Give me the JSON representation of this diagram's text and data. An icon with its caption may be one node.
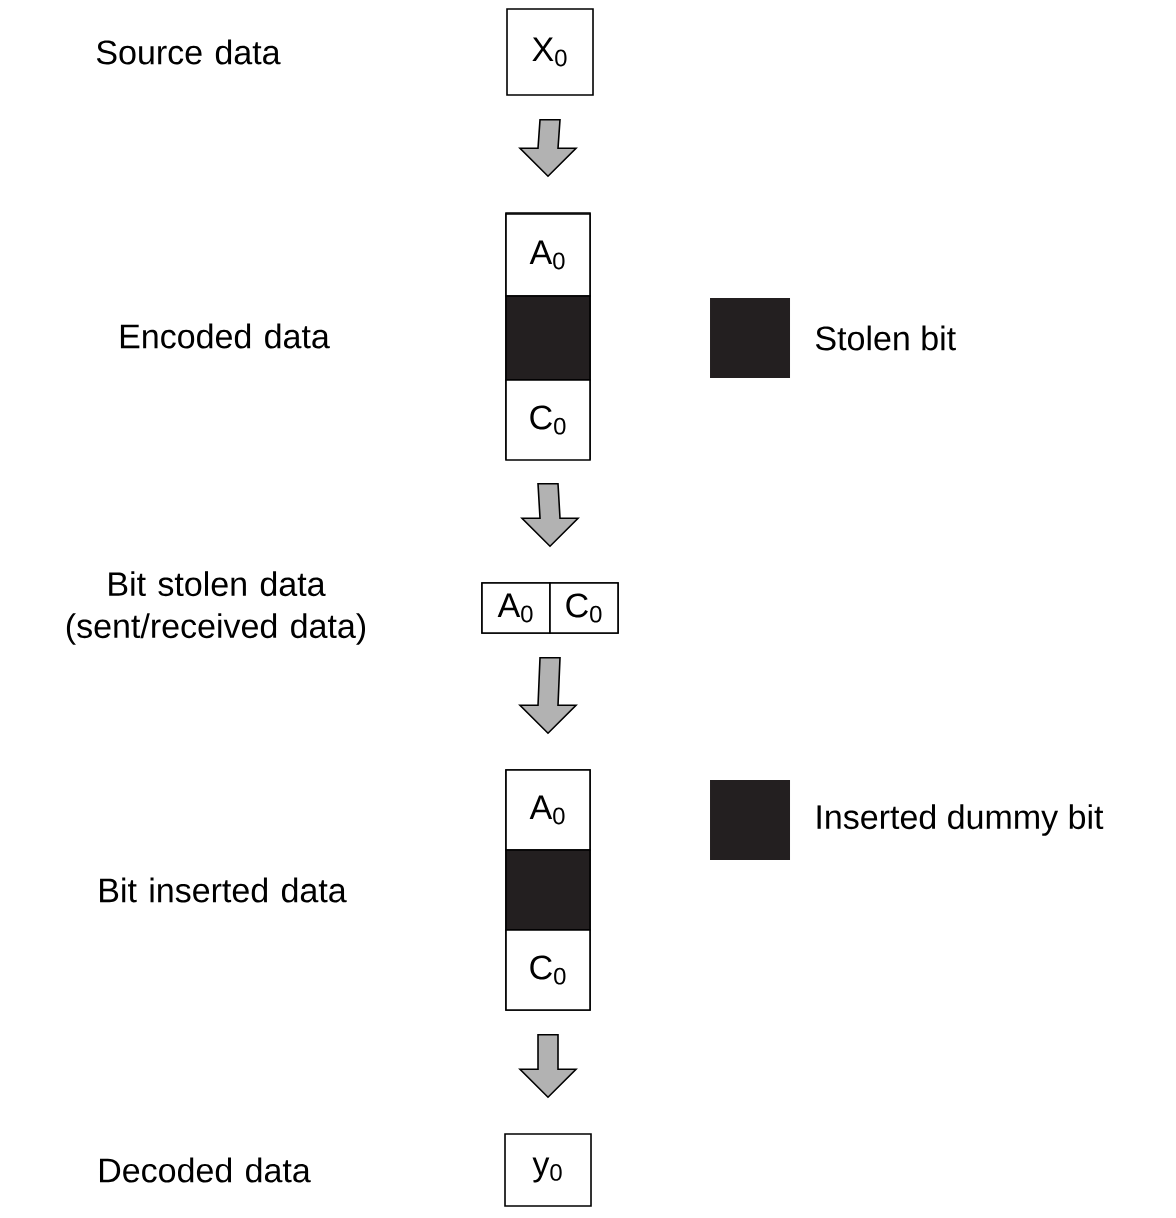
{
  "diagram": {
    "nodes": [
      {
        "text": [
          "X$_{0}$"
        ]
      },
      {
        "text": [],
        "shape": "box"
      },
      {
        "text": [
          "A$_{0}$"
        ],
        "in": 1
      },
      {
        "text": [],
        "shape": "bar",
        "in": 1
      },
      {
        "text": [
          "C$_{0}$"
        ],
        "in": 1
      },
      {
        "text": [],
        "shape": "box"
      },
      {
        "text": [
          "A$_{0}$"
        ],
        "in": 5
      },
      {
        "text": [
          "C$_{0}$"
        ],
        "in": 5
      },
      {
        "text": [],
        "shape": "box"
      },
      {
        "text": [
          "A$_{0}$"
        ],
        "in": 8
      },
      {
        "text": [],
        "shape": "bar",
        "in": 8
      },
      {
        "text": [
          "C$_{0}$"
        ],
        "in": 8
      },
      {
        "text": [
          "y$_{0}$"
        ]
      }
    ],
    "edges": [
      {
        "from": 0,
        "to": 1,
        "arrow": "to"
      },
      {
        "from": 1,
        "to": 5,
        "arrow": "to"
      },
      {
        "from": 5,
        "to": 8,
        "arrow": "to"
      },
      {
        "from": 8,
        "to": 12,
        "arrow": "to"
      }
    ],
    "labels": [
      "Source data",
      "Encoded data",
      "Bit stolen data (sent/received data)",
      "Bit inserted data",
      "Decoded data"
    ],
    "legend": [
      {
        "text": "Stolen bit",
        "color": "#231f20"
      },
      {
        "text": "Inserted dummy bit",
        "color": "#231f20"
      }
    ]
  }
}
